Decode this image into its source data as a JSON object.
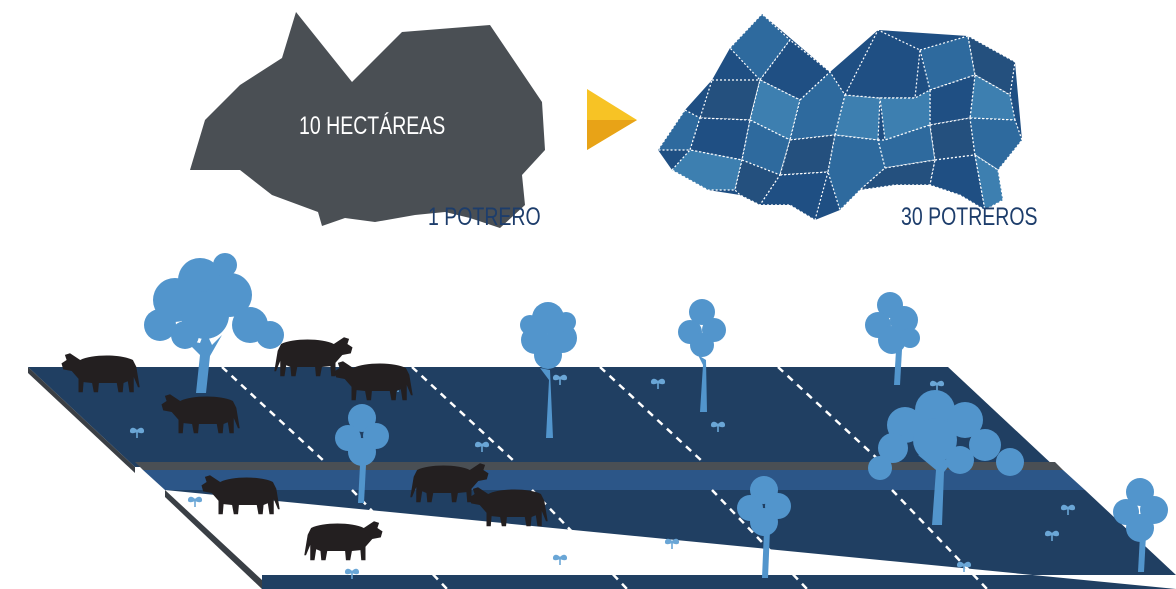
{
  "labels": {
    "area": "10 HECTÁREAS",
    "single_paddock": "1 POTRERO",
    "many_paddocks": "30 POTREROS"
  },
  "colors": {
    "single_field": "#4a4f54",
    "paddock_dark": "#1f4f83",
    "paddock_mid": "#2e6a9e",
    "paddock_light": "#3d7fb0",
    "arrow_light": "#f7c325",
    "arrow_dark": "#e8a317",
    "pasture": "#203f62",
    "pasture_edge": "#3a3f45",
    "tree": "#5295cc",
    "cow": "#231f20",
    "sprout": "#6aa6d6",
    "divider": "#ffffff",
    "label_text": "#1d3d6b"
  },
  "icons": [
    "arrow-right-icon",
    "tree-icon",
    "cow-icon",
    "sprout-icon"
  ]
}
